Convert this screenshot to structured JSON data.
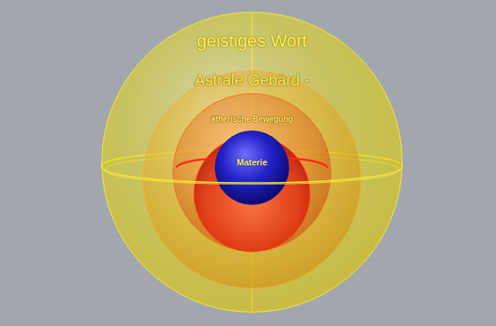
{
  "diagram": {
    "nodes": [
      {
        "text": [
          "geistiges Wort"
        ]
      },
      {
        "text": [
          "Astrale Gebärd -"
        ],
        "in": 0
      },
      {
        "text": [
          "ätherische Bewegung"
        ],
        "in": 1
      },
      {
        "text": [
          "Materie"
        ],
        "in": 2
      }
    ]
  }
}
